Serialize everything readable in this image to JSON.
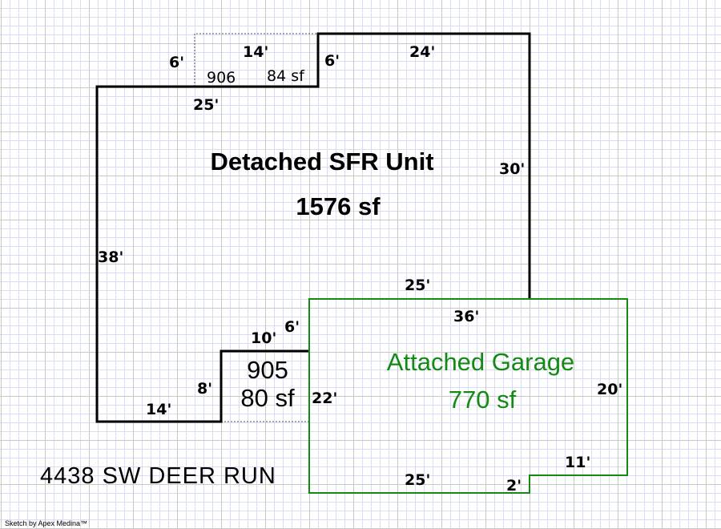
{
  "sketch": {
    "colors": {
      "main_outline": "#000000",
      "garage_outline": "#138a13",
      "garage_text": "#138a13",
      "grid_minor": "#d9dcf5",
      "grid_major": "#c8c8c8"
    },
    "main_unit": {
      "title": "Detached SFR Unit",
      "area": "1576 sf",
      "dimensions": {
        "left": "38'",
        "top_left_step_height": "6'",
        "top_right": "24'",
        "right": "30'",
        "bottom_to_garage": "25'",
        "inner_top": "25'",
        "bottom_left": "14'",
        "notch_height": "8'",
        "notch_top": "10'",
        "notch_step": "6'"
      }
    },
    "addition_906": {
      "id": "906",
      "area": "84 sf",
      "width": "14'",
      "left_height": "6'"
    },
    "addition_905": {
      "id": "905",
      "area": "80 sf"
    },
    "garage": {
      "title": "Attached Garage",
      "area": "770 sf",
      "dimensions": {
        "top": "36'",
        "left": "22'",
        "right": "20'",
        "bottom": "25'",
        "notch_height": "2'",
        "notch_width": "11'"
      }
    },
    "address": "4438 SW DEER RUN",
    "credit": "Sketch by Apex Medina™"
  }
}
